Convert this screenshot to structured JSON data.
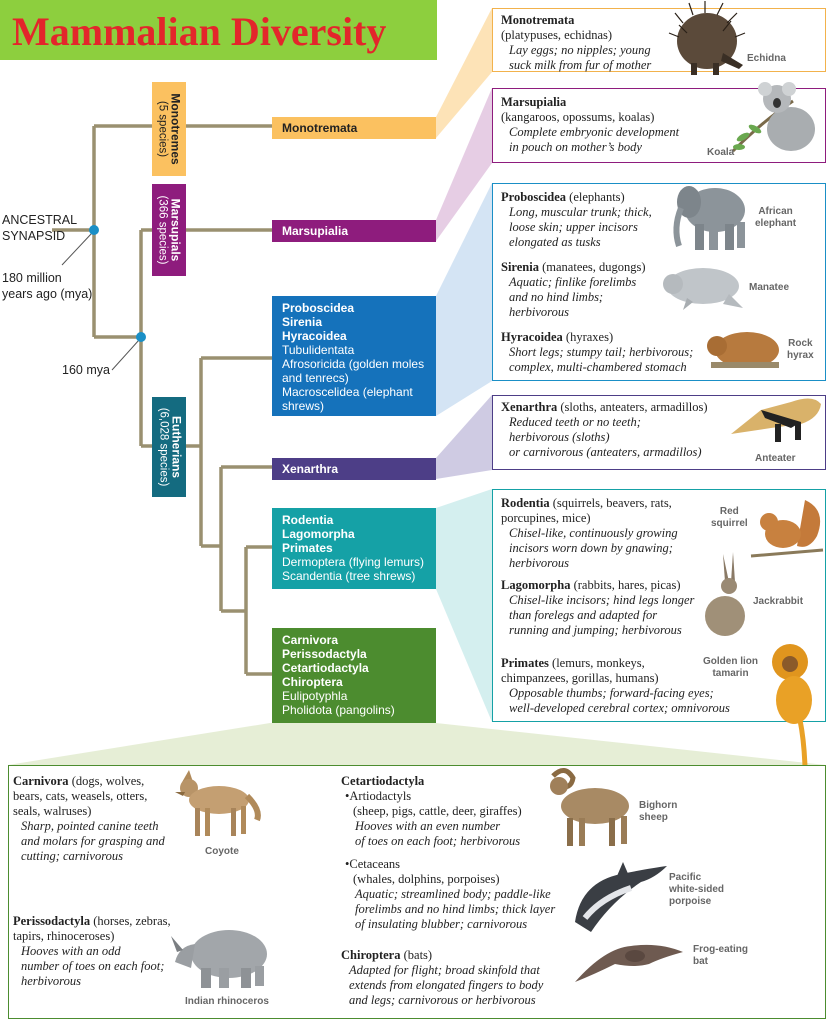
{
  "title": "Mammalian Diversity",
  "tree": {
    "root_label_line1": "ANCESTRAL",
    "root_label_line2": "SYNAPSID",
    "time1_line1": "180 million",
    "time1_line2": "years ago (mya)",
    "time2": "160 mya"
  },
  "clades": [
    {
      "name": "Monotremes",
      "count": "(5 species)",
      "color": "#fbc160"
    },
    {
      "name": "Marsupials",
      "count": "(366 species)",
      "color": "#8e1c7d"
    },
    {
      "name": "Eutherians",
      "count": "(6,028 species)",
      "color": "#146b80"
    }
  ],
  "groups": {
    "monotremata": {
      "label": "Monotremata",
      "color": "#fbc160"
    },
    "marsupialia": {
      "label": "Marsupialia",
      "color": "#8e1c7d"
    },
    "afrotheria": {
      "color": "#1572bb",
      "bold": [
        "Proboscidea",
        "Sirenia",
        "Hyracoidea"
      ],
      "normal": [
        "Tubulidentata",
        "Afrosoricida (golden moles",
        "and tenrecs)",
        "Macroscelidea (elephant",
        "shrews)"
      ]
    },
    "xenarthra": {
      "label": "Xenarthra",
      "color": "#4d3e87"
    },
    "euarchontoglires": {
      "color": "#15a1a6",
      "bold": [
        "Rodentia",
        "Lagomorpha",
        "Primates"
      ],
      "normal": [
        "Dermoptera (flying lemurs)",
        "Scandentia (tree shrews)"
      ]
    },
    "laurasiatheria": {
      "color": "#4c8c2f",
      "bold": [
        "Carnivora",
        "Perissodactyla",
        "Cetartiodactyla",
        "Chiroptera"
      ],
      "normal": [
        "Eulipotyphla",
        "Pholidota (pangolins)"
      ]
    }
  },
  "cards": {
    "monotremata": {
      "name": "Monotremata",
      "common": "(platypuses, echidnas)",
      "desc": [
        "Lay eggs; no nipples; young",
        "suck milk from fur of mother"
      ],
      "pic": "Echidna"
    },
    "marsupialia": {
      "name": "Marsupialia",
      "common": "(kangaroos, opossums, koalas)",
      "desc": [
        "Complete embryonic development",
        "in pouch on mother’s body"
      ],
      "pic": "Koala"
    },
    "afrotheria": [
      {
        "name": "Proboscidea",
        "common": " (elephants)",
        "desc": [
          "Long, muscular trunk; thick,",
          "loose skin; upper incisors",
          "elongated as tusks"
        ],
        "pic": [
          "African",
          "elephant"
        ]
      },
      {
        "name": "Sirenia",
        "common": " (manatees, dugongs)",
        "desc": [
          "Aquatic; finlike forelimbs",
          "and no hind limbs;",
          "herbivorous"
        ],
        "pic": [
          "Manatee"
        ]
      },
      {
        "name": "Hyracoidea",
        "common": " (hyraxes)",
        "desc": [
          "Short legs; stumpy tail; herbivorous;",
          "complex, multi-chambered stomach"
        ],
        "pic": [
          "Rock",
          "hyrax"
        ]
      }
    ],
    "xenarthra": {
      "name": "Xenarthra",
      "common": " (sloths, anteaters, armadillos)",
      "desc": [
        "Reduced teeth or no teeth;",
        "herbivorous (sloths)",
        "or carnivorous (anteaters, armadillos)"
      ],
      "pic": "Anteater"
    },
    "euarchontoglires": [
      {
        "name": "Rodentia",
        "common": " (squirrels, beavers, rats,",
        "common2": "porcupines, mice)",
        "desc": [
          "Chisel-like, continuously growing",
          "incisors worn down by gnawing;",
          "herbivorous"
        ],
        "pic": [
          "Red",
          "squirrel"
        ]
      },
      {
        "name": "Lagomorpha",
        "common": " (rabbits, hares, picas)",
        "desc": [
          "Chisel-like incisors; hind legs longer",
          "than forelegs and adapted for",
          "running and jumping; herbivorous"
        ],
        "pic": [
          "Jackrabbit"
        ]
      },
      {
        "name": "Primates",
        "common": " (lemurs, monkeys,",
        "common2": "chimpanzees, gorillas, humans)",
        "desc": [
          "Opposable thumbs; forward-facing eyes;",
          "well-developed cerebral cortex; omnivorous"
        ],
        "pic": [
          "Golden lion",
          "tamarin"
        ]
      }
    ],
    "laurasiatheria": {
      "carnivora": {
        "name": "Carnivora",
        "common": " (dogs, wolves,",
        "common_lines": [
          "bears, cats, weasels, otters,",
          "seals, walruses)"
        ],
        "desc": [
          "Sharp, pointed canine teeth",
          "and molars for grasping and",
          "cutting; carnivorous"
        ],
        "pic": "Coyote"
      },
      "perissodactyla": {
        "name": "Perissodactyla",
        "common": " (horses, zebras,",
        "common_lines": [
          "tapirs, rhinoceroses)"
        ],
        "desc": [
          "Hooves with an odd",
          "number of toes on each foot;",
          "herbivorous"
        ],
        "pic": "Indian rhinoceros"
      },
      "cetartiodactyla": {
        "name": "Cetartiodactyla",
        "sub1": {
          "name": "•Artiodactyls",
          "common": "(sheep, pigs, cattle, deer, giraffes)",
          "desc": [
            "Hooves with an even number",
            "of toes on each foot; herbivorous"
          ],
          "pic": [
            "Bighorn",
            "sheep"
          ]
        },
        "sub2": {
          "name": "•Cetaceans",
          "common": "(whales, dolphins, porpoises)",
          "desc": [
            "Aquatic; streamlined body; paddle-like",
            "forelimbs and no hind limbs; thick layer",
            "of insulating blubber;  carnivorous"
          ],
          "pic": [
            "Pacific",
            "white-sided",
            "porpoise"
          ]
        }
      },
      "chiroptera": {
        "name": "Chiroptera",
        "common": " (bats)",
        "desc": [
          "Adapted for flight; broad skinfold that",
          "extends from elongated fingers to body",
          "and legs; carnivorous or herbivorous"
        ],
        "pic": [
          "Frog-eating",
          "bat"
        ]
      }
    }
  },
  "colors": {
    "branch": "#9a9070",
    "node": "#1a8fc6"
  }
}
